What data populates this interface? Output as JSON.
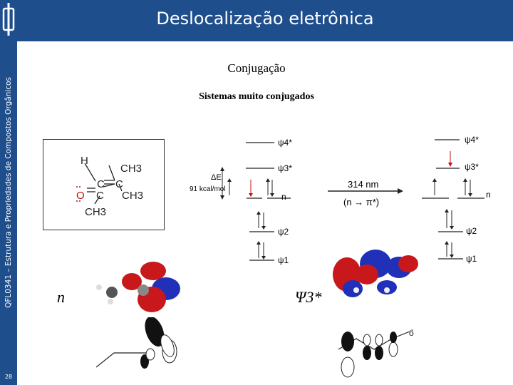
{
  "header": {
    "title": "Deslocalização eletrônica"
  },
  "sidebar": {
    "course": "QFL0341  –  Estrutura e Propriedades de Compostos Orgânicos",
    "page": "28"
  },
  "content": {
    "heading": "Conjugação",
    "subheading": "Sistemas muito conjugados",
    "molecule": {
      "H": "H",
      "CH3_top": "CH3",
      "C1": "C",
      "C2": "C",
      "C3": "C",
      "O": "O",
      "CH3_right": "CH3",
      "CH3_bottom": "CH3"
    },
    "energy_diagram": {
      "psi4": "ψ4*",
      "psi3": "ψ3*",
      "n": "n",
      "psi2": "ψ2",
      "psi1": "ψ1",
      "deltaE": "ΔE",
      "deltaE_value": "91 kcal/mol",
      "wavelength": "314 nm",
      "transition": "(n → π*)"
    },
    "orbital_labels": {
      "left": "n",
      "right": "Ψ3*"
    }
  }
}
